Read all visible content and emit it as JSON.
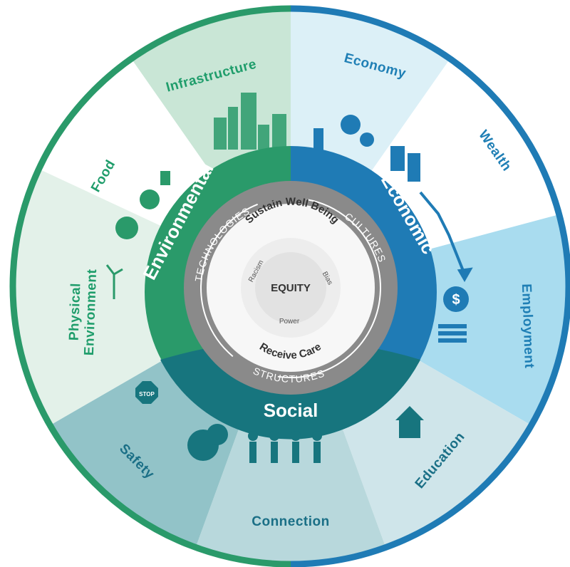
{
  "segments": [
    {
      "label": "Infrastructure",
      "color": "#1f9d6b",
      "fill": "#c9e6d6"
    },
    {
      "label": "Economy",
      "color": "#1f7fb5",
      "fill": "#dcf0f7"
    },
    {
      "label": "Wealth",
      "color": "#1f7fb5",
      "fill": "#ffffff"
    },
    {
      "label": "Employment",
      "color": "#1f7fb5",
      "fill": "#a9dcef"
    },
    {
      "label": "Education",
      "color": "#1a6f86",
      "fill": "#cfe5ea"
    },
    {
      "label": "Connection",
      "color": "#1a6f86",
      "fill": "#b8d8dc"
    },
    {
      "label": "Safety",
      "color": "#1a6f86",
      "fill": "#92c3c8"
    },
    {
      "label": "Physical Environment",
      "line1": "Physical",
      "line2": "Environment",
      "color": "#1f9d6b",
      "fill": "#e3f1e9"
    },
    {
      "label": "Food",
      "color": "#1f9d6b",
      "fill": "#ffffff"
    }
  ],
  "rings": {
    "environmental": "Environmental",
    "economic": "Economic",
    "social": "Social"
  },
  "gray_ring": {
    "technologies": "TECHNOLOGIES",
    "cultures": "CULTURES",
    "structures": "STRUCTURES"
  },
  "inner": {
    "top": "Sustain Well Being",
    "center": "EQUITY",
    "bottom": "Receive Care",
    "left": "Racism",
    "right": "Bias",
    "below": "Power"
  },
  "colors": {
    "environmental": "#2a9a6a",
    "economic": "#1f7bb5",
    "social": "#17757e",
    "gray_ring": "#8a8a8a",
    "outer_border_left": "#2a9a6a",
    "outer_border_right": "#1f7bb5"
  },
  "icons": [
    "buildings-icon",
    "gears-icon",
    "chart-icon",
    "coins-icon",
    "trees-icon",
    "wind-turbine-icon",
    "people-icon",
    "house-icon",
    "stop-sign-icon",
    "globe-icon"
  ]
}
